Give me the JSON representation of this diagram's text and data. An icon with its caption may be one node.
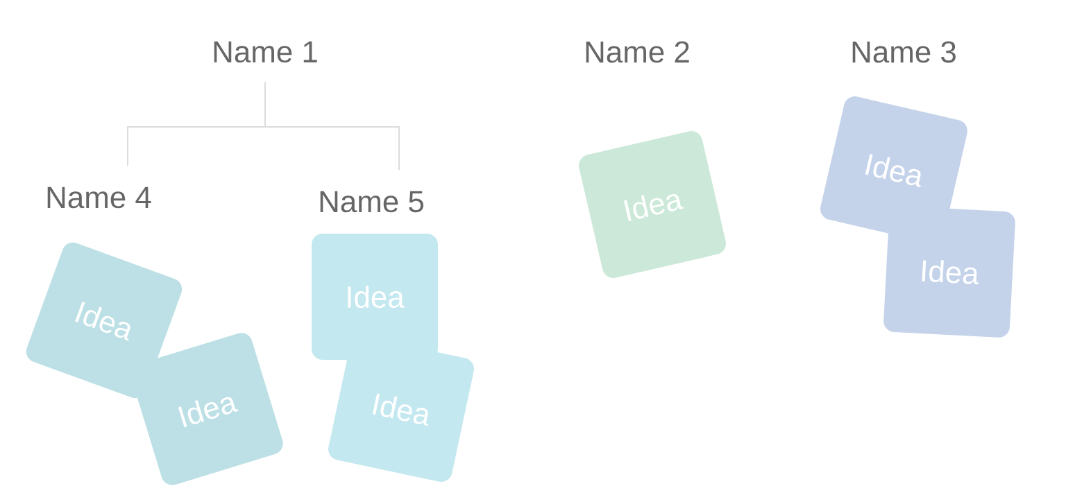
{
  "diagram": {
    "nodes": [
      {
        "text": [
          "Name 1"
        ]
      },
      {
        "text": [
          "Name 4"
        ]
      },
      {
        "text": [
          "Name 5"
        ]
      },
      {
        "text": [
          "Idea"
        ]
      },
      {
        "text": [
          "Idea"
        ]
      },
      {
        "text": [
          "Idea"
        ]
      },
      {
        "text": [
          "Idea"
        ]
      },
      {
        "text": [
          "Idea"
        ]
      },
      {
        "text": [
          "Idea"
        ]
      },
      {
        "text": [
          "Idea"
        ]
      }
    ],
    "edges": [
      {
        "from": 0,
        "to": 1,
        "arrow": "none"
      },
      {
        "from": 0,
        "to": 2,
        "arrow": "none"
      }
    ],
    "labels": [
      "Name 2",
      "Name 3"
    ]
  }
}
